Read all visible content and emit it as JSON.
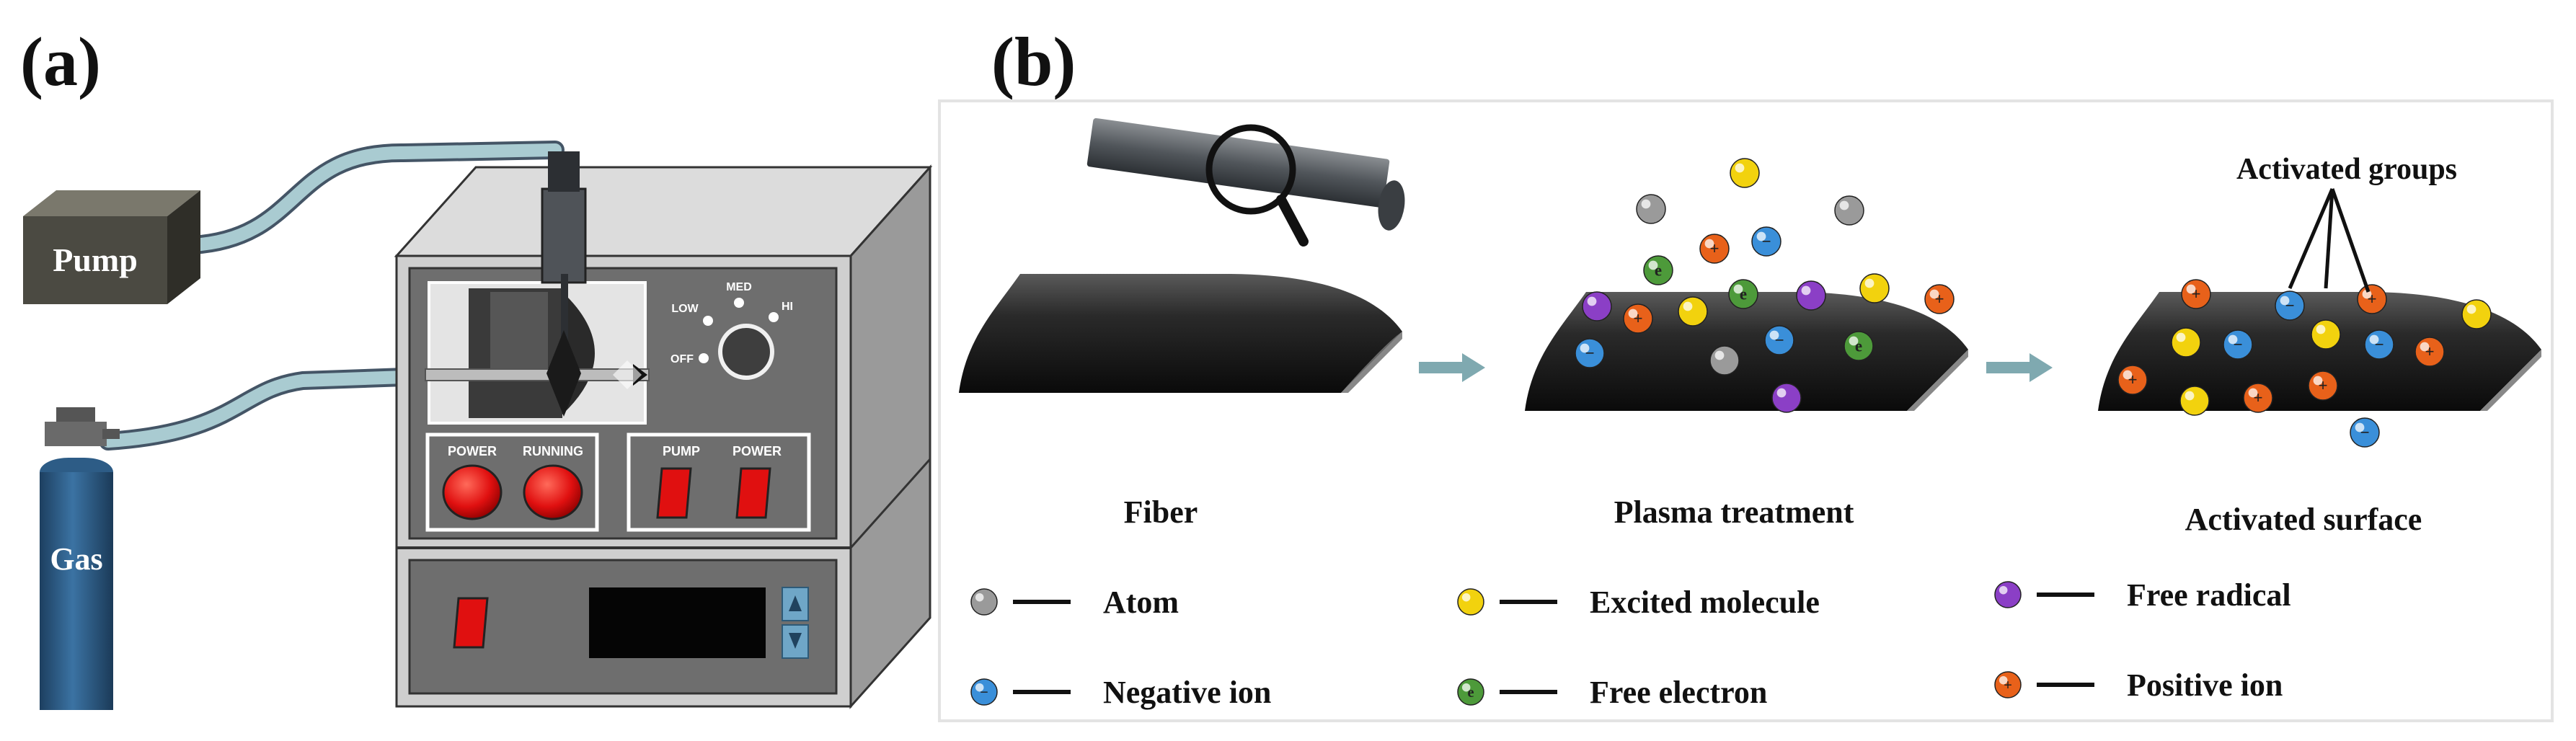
{
  "panel_a": {
    "label": "(a)",
    "pump_label": "Pump",
    "gas_label": "Gas",
    "dial": {
      "off": "OFF",
      "low": "LOW",
      "med": "MED",
      "hi": "HI"
    },
    "left_buttons": [
      "POWER",
      "RUNNING"
    ],
    "right_buttons": [
      "PUMP",
      "POWER"
    ]
  },
  "panel_b": {
    "label": "(b)",
    "stages": [
      "Fiber",
      "Plasma treatment",
      "Activated surface"
    ],
    "annotation": "Activated groups",
    "legend": [
      {
        "symbol": "atom",
        "label": "Atom",
        "color": "#9a9a9a"
      },
      {
        "symbol": "excited",
        "label": "Excited molecule",
        "color": "#f2d20e"
      },
      {
        "symbol": "radical",
        "label": "Free radical",
        "color": "#8b3fc6"
      },
      {
        "symbol": "negative",
        "label": "Negative ion",
        "color": "#3a8fd9"
      },
      {
        "symbol": "electron",
        "label": "Free electron",
        "color": "#4d9a3a"
      },
      {
        "symbol": "positive",
        "label": "Positive ion",
        "color": "#e8611a"
      }
    ]
  },
  "colors": {
    "device_body": "#c9c9c9",
    "device_panel": "#6e6e6e",
    "tube": "#a9cbd1",
    "pump": "#4b4a42",
    "gas_cylinder": "#2d5c86",
    "red_button": "#e01010",
    "arrow": "#7fa9b0",
    "fiber": "#222222"
  }
}
